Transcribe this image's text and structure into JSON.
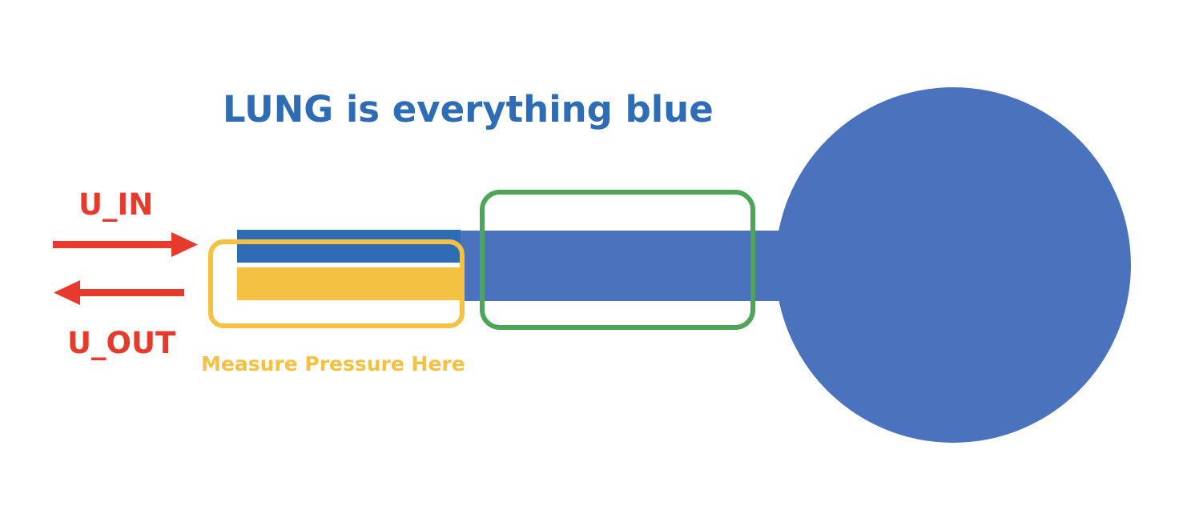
{
  "title": "LUNG is everything blue",
  "labels": {
    "u_in": "U_IN",
    "u_out": "U_OUT",
    "measure": "Measure Pressure Here"
  },
  "colors": {
    "lung_blue": "#4a72bd",
    "tube_dark_blue": "#2e6cb5",
    "title_blue": "#2e6cb5",
    "arrow_red": "#e8392d",
    "pressure_yellow": "#f5c142",
    "highlight_green": "#4ea55a",
    "background": "#ffffff"
  },
  "icons": {
    "inflow": "arrow-right-icon",
    "outflow": "arrow-left-icon"
  }
}
